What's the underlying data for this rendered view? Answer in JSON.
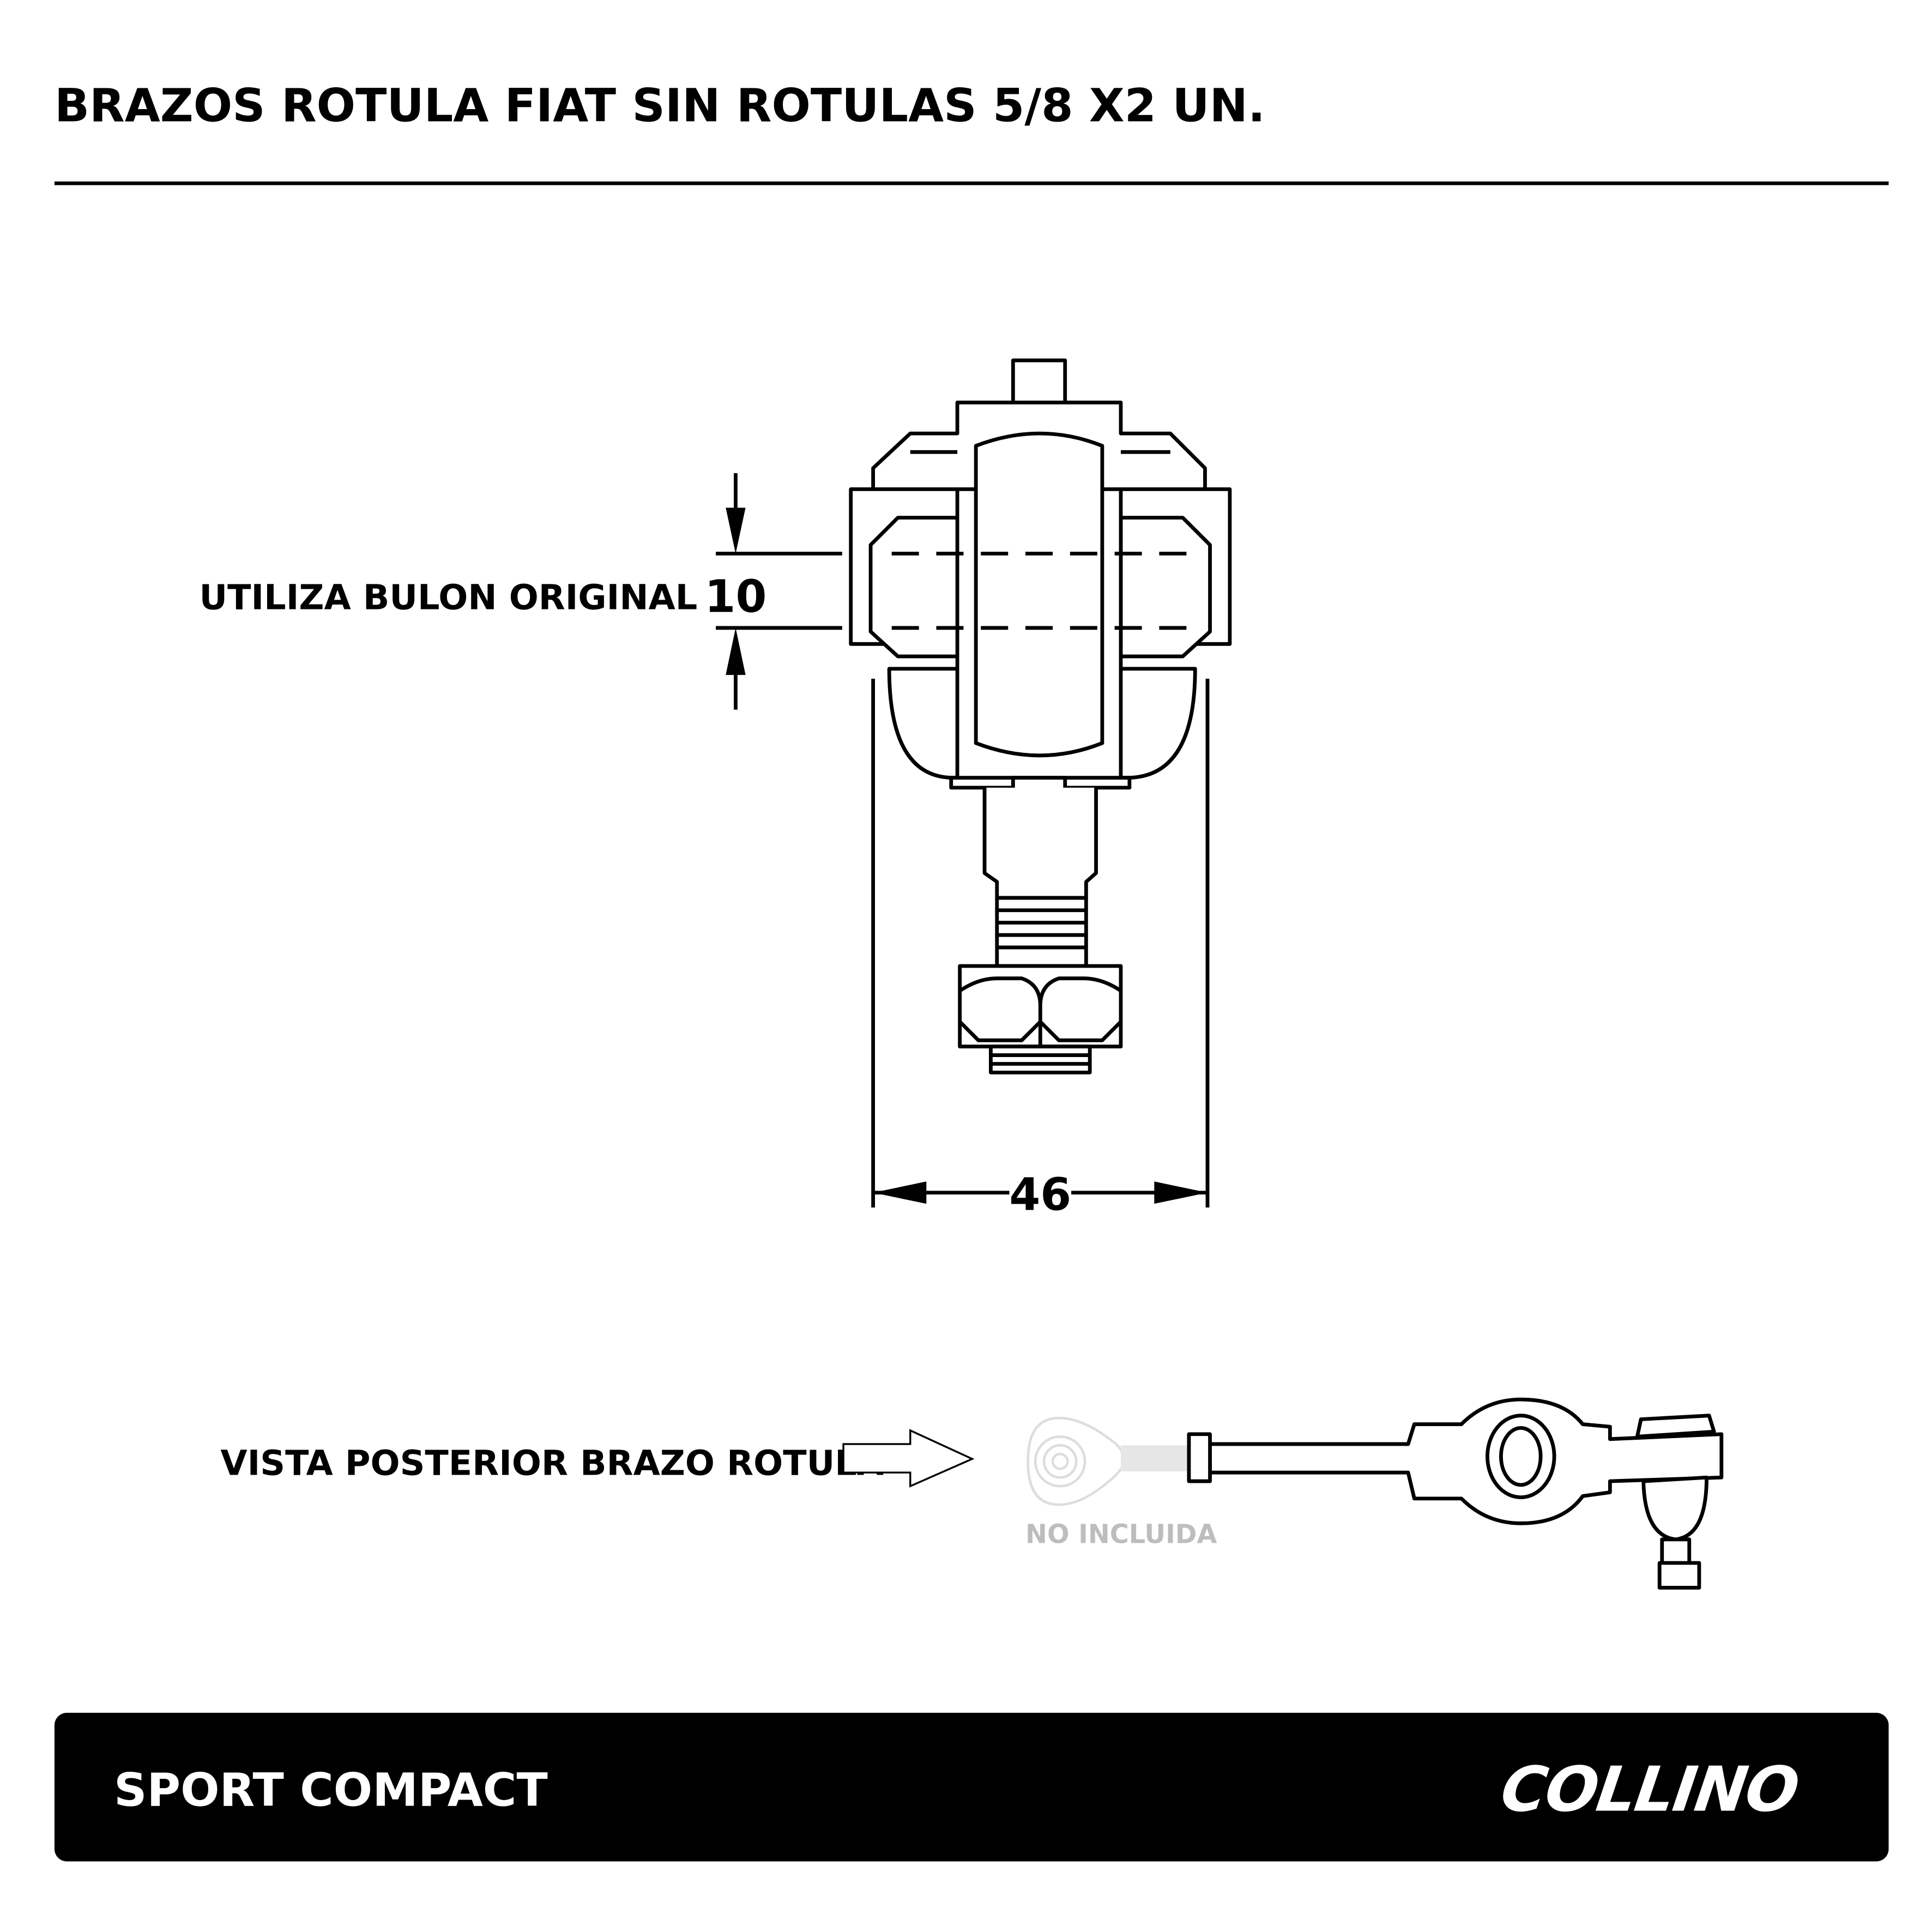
{
  "title": "BRAZOS ROTULA FIAT SIN ROTULAS 5/8 X2 UN.",
  "front_view": {
    "label": "UTILIZA BULON ORIGINAL",
    "height_dimension": "10",
    "width_dimension": "46"
  },
  "rear_view": {
    "label": "VISTA POSTERIOR BRAZO ROTULA",
    "not_included_label": "NO INCLUIDA"
  },
  "footer": {
    "line": "SPORT COMPACT",
    "brand": "COLLINO"
  },
  "colors": {
    "ink": "#000000",
    "ghost": "#c8c8c8",
    "footer_bg": "#000000"
  }
}
